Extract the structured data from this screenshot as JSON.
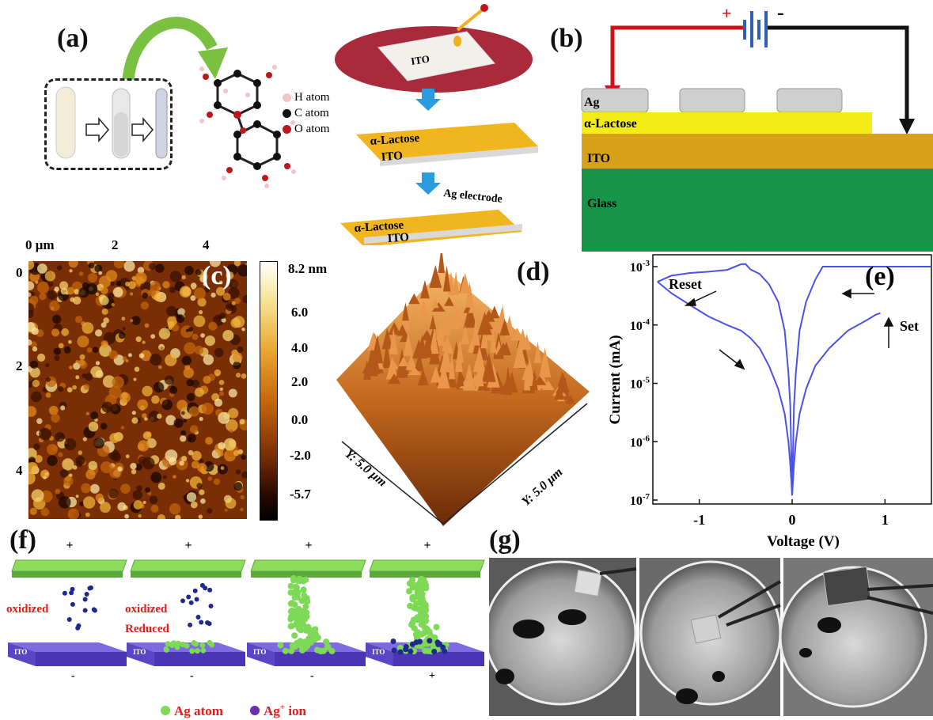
{
  "panels": {
    "a": {
      "label": "(a)",
      "legend": [
        {
          "text": "H atom",
          "color": "#f2c6c6"
        },
        {
          "text": "C atom",
          "color": "#111111"
        },
        {
          "text": "O atom",
          "color": "#c0161b"
        }
      ],
      "process": {
        "disk_label": "ITO",
        "layer1_top": "α-Lactose",
        "layer1_bottom": "ITO",
        "step2_caption": "Ag electrode",
        "layer2_top": "α-Lactose",
        "layer2_bottom": "ITO"
      }
    },
    "b": {
      "label": "(b)",
      "plus": "+",
      "minus": "-",
      "layers": {
        "ag": "Ag",
        "lactose": "α-Lactose",
        "ito": "ITO",
        "glass": "Glass"
      },
      "colors": {
        "lactose": "#f4ec16",
        "ito": "#d7a21a",
        "glass": "#169448",
        "ag": "#c9c9c9",
        "wire_pos": "#c8151b",
        "wire_neg": "#111111",
        "battery": "#2f5fb8"
      }
    },
    "c": {
      "label": "(c)",
      "x_ticks": [
        "0 μm",
        "2",
        "4"
      ],
      "y_ticks": [
        "0",
        "2",
        "4"
      ],
      "colorbar_ticks": [
        "8.2 nm",
        "6.0",
        "4.0",
        "2.0",
        "0.0",
        "-2.0",
        "-5.7"
      ]
    },
    "d": {
      "label": "(d)",
      "axis_left": "Y: 5.0 μm",
      "axis_right": "Y: 5.0 μm"
    },
    "e": {
      "label": "(e)",
      "annotations": {
        "reset": "Reset",
        "set": "Set"
      },
      "curve_color": "#4b53e6"
    },
    "f": {
      "label": "(f)",
      "stages": [
        {
          "top_sign": "+",
          "bottom_sign": "-",
          "texts": [
            "oxidized"
          ],
          "substrate": "ITO"
        },
        {
          "top_sign": "+",
          "bottom_sign": "-",
          "texts": [
            "oxidized",
            "Reduced"
          ],
          "substrate": "ITO"
        },
        {
          "top_sign": "+",
          "bottom_sign": "-",
          "texts": [],
          "substrate": "ITO"
        },
        {
          "top_sign": "+",
          "bottom_sign": "+",
          "texts": [],
          "substrate": "ITO"
        }
      ],
      "legend": {
        "atom": "Ag atom",
        "ion_prefix": "Ag",
        "ion_sup": "+",
        "ion_suffix": " ion"
      },
      "colors": {
        "atom": "#7ed957",
        "ion": "#1f2a8c",
        "text": "#e31b1b",
        "substrate": "#6b56d6"
      }
    },
    "g": {
      "label": "(g)"
    }
  },
  "chart_data": {
    "type": "line",
    "xlabel": "Voltage (V)",
    "ylabel": "Current (mA)",
    "xlim": [
      -1.5,
      1.5
    ],
    "ylim": [
      1e-07,
      0.001
    ],
    "yscale": "log",
    "x_ticks": [
      "-1",
      "0",
      "1"
    ],
    "y_ticks": [
      "10-7",
      "10-6",
      "10-5",
      "10-4",
      "10-3"
    ],
    "series": [
      {
        "x": [
          -1.45,
          -1.3,
          -1.1,
          -0.9,
          -0.7,
          -0.55,
          -0.5,
          -0.45,
          -0.35,
          -0.25,
          -0.15,
          -0.08,
          -0.04,
          -0.02,
          0.0,
          0.02,
          0.04,
          0.08,
          0.15,
          0.25,
          0.33,
          0.5,
          0.8,
          0.95,
          0.95,
          1.2,
          1.5
        ],
        "y": [
          0.00055,
          0.0007,
          0.00078,
          0.00082,
          0.00088,
          0.0011,
          0.0011,
          0.0009,
          0.00075,
          0.0005,
          0.00025,
          8e-05,
          1.5e-05,
          4e-06,
          1.2e-07,
          4e-06,
          1.5e-05,
          8e-05,
          0.00025,
          0.0006,
          0.001,
          0.001,
          0.001,
          0.001,
          0.001,
          0.001,
          0.001
        ]
      },
      {
        "x": [
          -1.45,
          -1.3,
          -1.1,
          -0.9,
          -0.7,
          -0.55,
          -0.45,
          -0.35,
          -0.25,
          -0.15,
          -0.08,
          -0.04,
          -0.02,
          0.0,
          0.02,
          0.04,
          0.08,
          0.15,
          0.25,
          0.4,
          0.6,
          0.8,
          0.9,
          0.95
        ],
        "y": [
          0.00055,
          0.00035,
          0.00022,
          0.00014,
          0.0001,
          8e-05,
          6e-05,
          4e-05,
          2e-05,
          8e-06,
          3e-06,
          1e-06,
          4e-07,
          1.2e-07,
          4e-07,
          1e-06,
          3e-06,
          8e-06,
          2e-05,
          4e-05,
          8e-05,
          0.00012,
          0.00015,
          0.00016
        ]
      }
    ]
  }
}
